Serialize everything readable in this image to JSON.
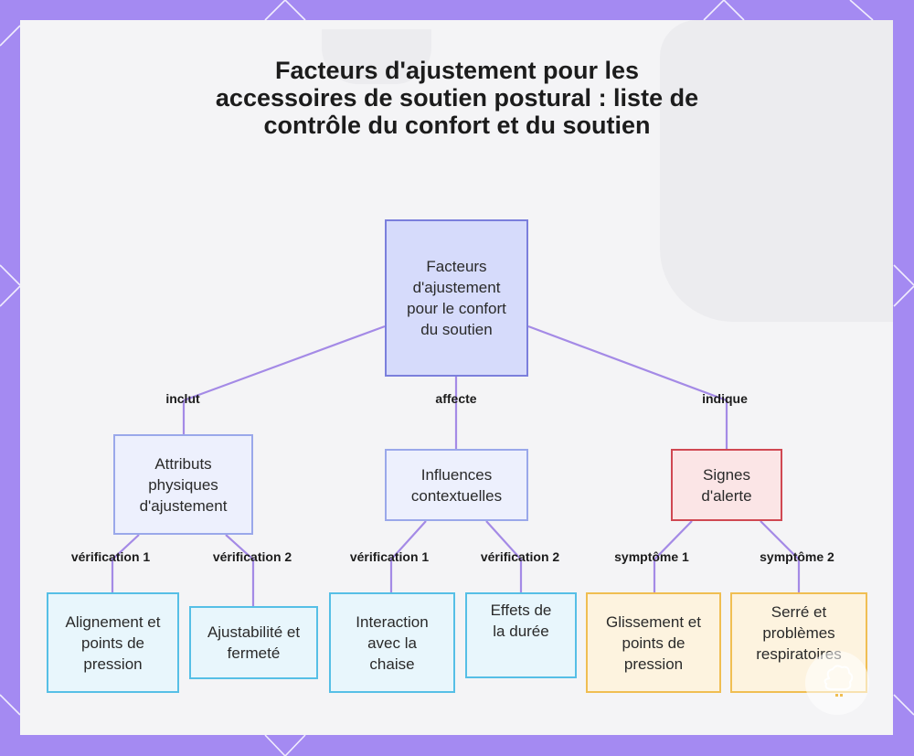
{
  "title": "Facteurs d'ajustement pour les accessoires de soutien postural : liste de contrôle du confort et du soutien",
  "nodes": {
    "root": "Facteurs d'ajustement pour le confort du soutien",
    "physical": "Attributs physiques d'ajustement",
    "context": "Influences contextuelles",
    "warning": "Signes d'alerte",
    "alignment": "Alignement et points de pression",
    "adjustability": "Ajustabilité et fermeté",
    "chair": "Interaction avec la chaise",
    "duration": "Effets de la durée",
    "slipping": "Glissement et points de pression",
    "tightness": "Serré et problèmes respiratoires"
  },
  "edges": {
    "includes": "inclut",
    "affects": "affecte",
    "indicates": "indique",
    "check1a": "vérification 1",
    "check2a": "vérification 2",
    "check1b": "vérification 1",
    "check2b": "vérification 2",
    "symptom1": "symptôme 1",
    "symptom2": "symptôme 2"
  },
  "colors": {
    "frame": "#a48af2",
    "connector": "#a48ae6",
    "root_fill": "#d6dbfb",
    "root_border": "#7b7fdc",
    "alert_border": "#d04852",
    "check_border": "#56bfe6",
    "symptom_border": "#f0be52"
  }
}
